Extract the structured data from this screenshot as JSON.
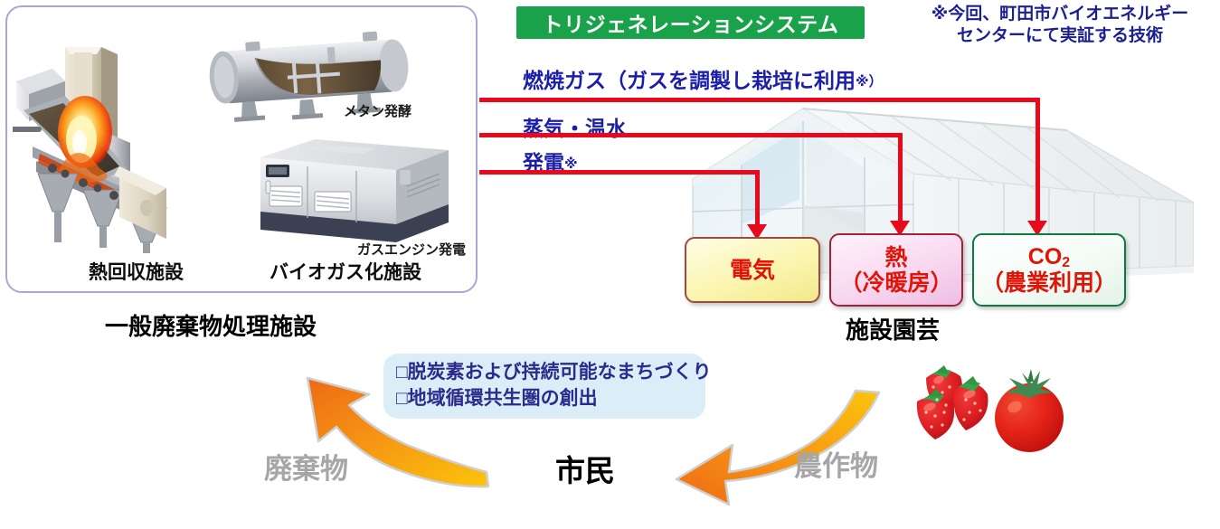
{
  "banner": {
    "text": "トリジェネレーションシステム",
    "color": "#1aa24a"
  },
  "note": {
    "line1": "※今回、町田市バイオエネルギー",
    "line2": "センターにて実証する技術",
    "color": "#1b1f8f"
  },
  "facility": {
    "panel_border_color": "#a9a8d4",
    "equipment": [
      {
        "name": "methane-fermentation",
        "label": "メタン発酵"
      },
      {
        "name": "gas-engine-generation",
        "label": "ガスエンジン発電"
      }
    ],
    "sub_labels": [
      {
        "name": "heat-recovery-facility",
        "label": "熱回収施設"
      },
      {
        "name": "biogas-facility",
        "label": "バイオガス化施設"
      }
    ],
    "main_label": "一般廃棄物処理施設"
  },
  "flows": [
    {
      "name": "flue-gas",
      "label": "燃焼ガス（ガスを調製し栽培に利用",
      "suffix": "※）",
      "color": "#1b1ea8"
    },
    {
      "name": "steam-hot-water",
      "label": "蒸気・温水",
      "suffix": "",
      "color": "#1b1ea8"
    },
    {
      "name": "power-generation",
      "label": "発電",
      "suffix": "※",
      "color": "#1b1ea8"
    }
  ],
  "line_color": "#e8091a",
  "outputs": [
    {
      "name": "electricity",
      "line1": "電気",
      "line2": "",
      "fill": "#fbf5b0",
      "border": "#9e4a3c",
      "text_color": "#e01508"
    },
    {
      "name": "heat",
      "line1": "熱",
      "line2": "（冷暖房）",
      "fill": "#f8d8f0",
      "border": "#9e2436",
      "text_color": "#e01508"
    },
    {
      "name": "co2",
      "line1": "CO2",
      "line2": "（農業利用）",
      "fill": "#f4fbf6",
      "border": "#0d7a42",
      "text_color": "#e01508"
    }
  ],
  "greenhouse_caption": "施設園芸",
  "callout": {
    "line1": "□脱炭素および持続可能なまちづくり",
    "line2": "□地域循環共生圏の創出",
    "bg": "#dbeef7",
    "text_color": "#2c2a8c"
  },
  "cycle": {
    "waste_label": "廃棄物",
    "crops_label": "農作物",
    "citizens_label": "市民",
    "arrow_color": "#f07c16",
    "gray_text_color": "#a6a6a6"
  }
}
